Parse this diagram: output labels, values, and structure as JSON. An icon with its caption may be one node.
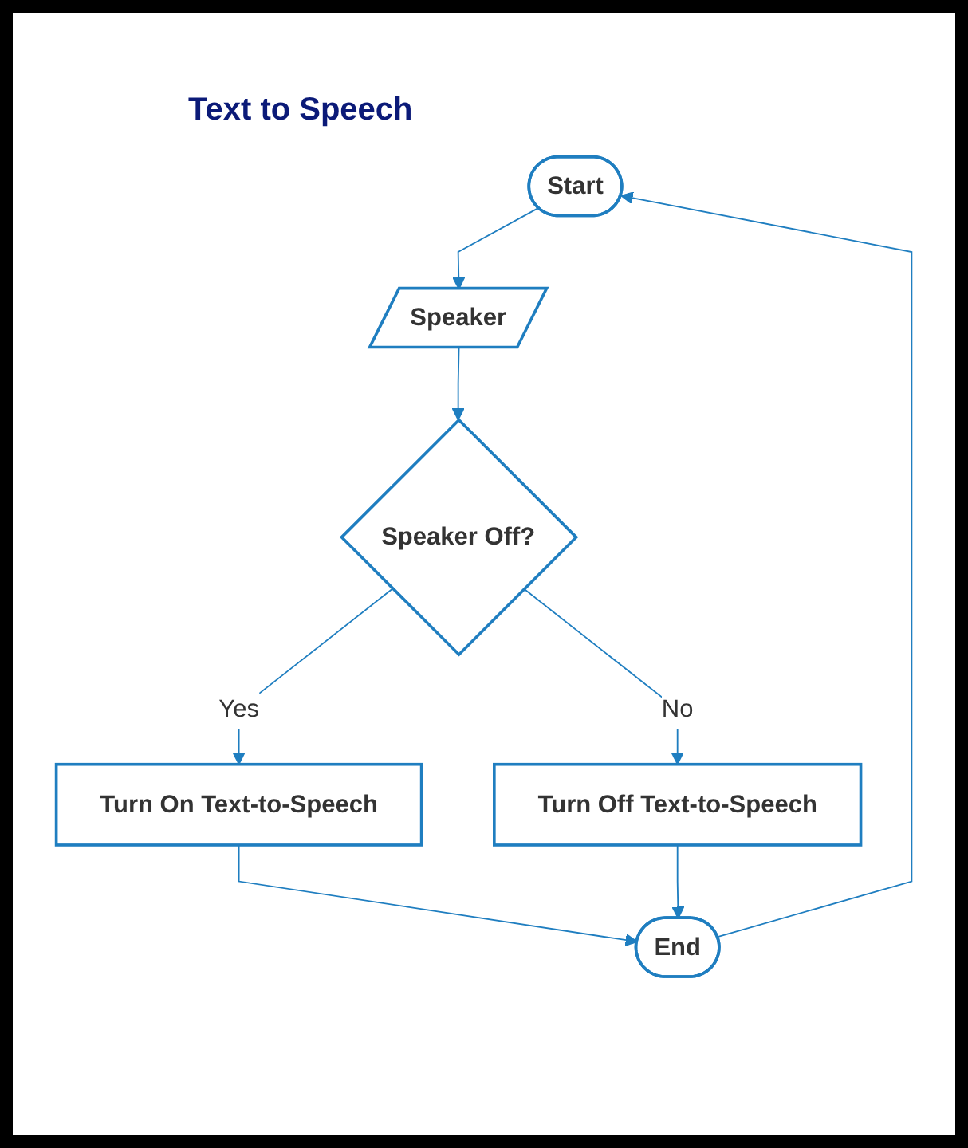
{
  "diagram": {
    "title": "Text to Speech",
    "nodes": [
      {
        "text": [
          "Start"
        ]
      },
      {
        "text": [
          "Speaker"
        ]
      },
      {
        "text": [
          "Speaker Off?"
        ]
      },
      {
        "text": [
          "Turn On Text-to-Speech"
        ]
      },
      {
        "text": [
          "Turn Off Text-to-Speech"
        ]
      },
      {
        "text": [
          "End"
        ]
      }
    ],
    "edges": [
      {
        "from": 0,
        "to": 1,
        "arrow": "to"
      },
      {
        "from": 1,
        "to": 2,
        "arrow": "to"
      },
      {
        "from": 2,
        "to": 3,
        "label": "Yes",
        "arrow": "to"
      },
      {
        "from": 2,
        "to": 4,
        "label": "No",
        "arrow": "to"
      },
      {
        "from": 3,
        "to": 5,
        "arrow": "to"
      },
      {
        "from": 4,
        "to": 5,
        "arrow": "to"
      },
      {
        "from": 5,
        "to": 0,
        "arrow": "to"
      }
    ]
  }
}
